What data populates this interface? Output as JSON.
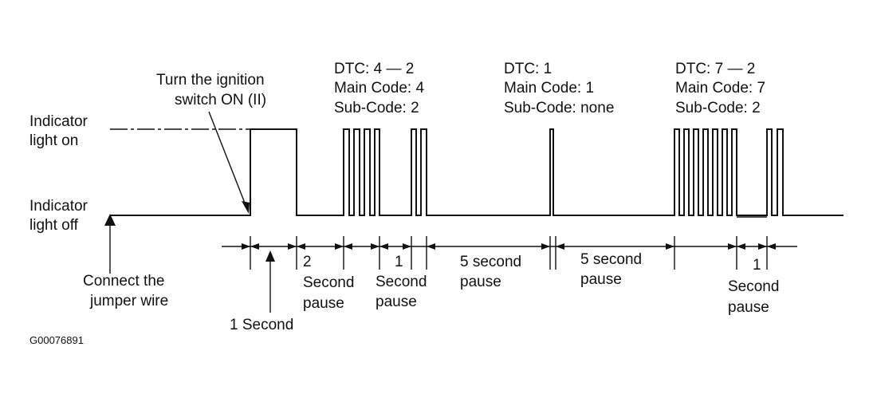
{
  "labels": {
    "indicator_on": [
      "Indicator",
      "light on"
    ],
    "indicator_off": [
      "Indicator",
      "light off"
    ],
    "ignition": [
      "Turn the ignition",
      "switch ON (II)"
    ],
    "jumper": [
      "Connect the",
      "jumper wire"
    ],
    "one_second": "1 Second",
    "figure_id": "G00076891"
  },
  "dtc_blocks": [
    {
      "line1": "DTC: 4 — 2",
      "line2": "Main Code: 4",
      "line3": "Sub-Code: 2"
    },
    {
      "line1": "DTC: 1",
      "line2": "Main Code: 1",
      "line3": "Sub-Code: none"
    },
    {
      "line1": "DTC: 7 — 2",
      "line2": "Main Code: 7",
      "line3": "Sub-Code: 2"
    }
  ],
  "pauses": [
    {
      "num": "2",
      "l1": "Second",
      "l2": "pause"
    },
    {
      "num": "1",
      "l1": "Second",
      "l2": "pause"
    },
    {
      "num": "",
      "l1": "5 second",
      "l2": "pause"
    },
    {
      "num": "",
      "l1": "5 second",
      "l2": "pause"
    },
    {
      "num": "1",
      "l1": "Second",
      "l2": "pause"
    }
  ]
}
